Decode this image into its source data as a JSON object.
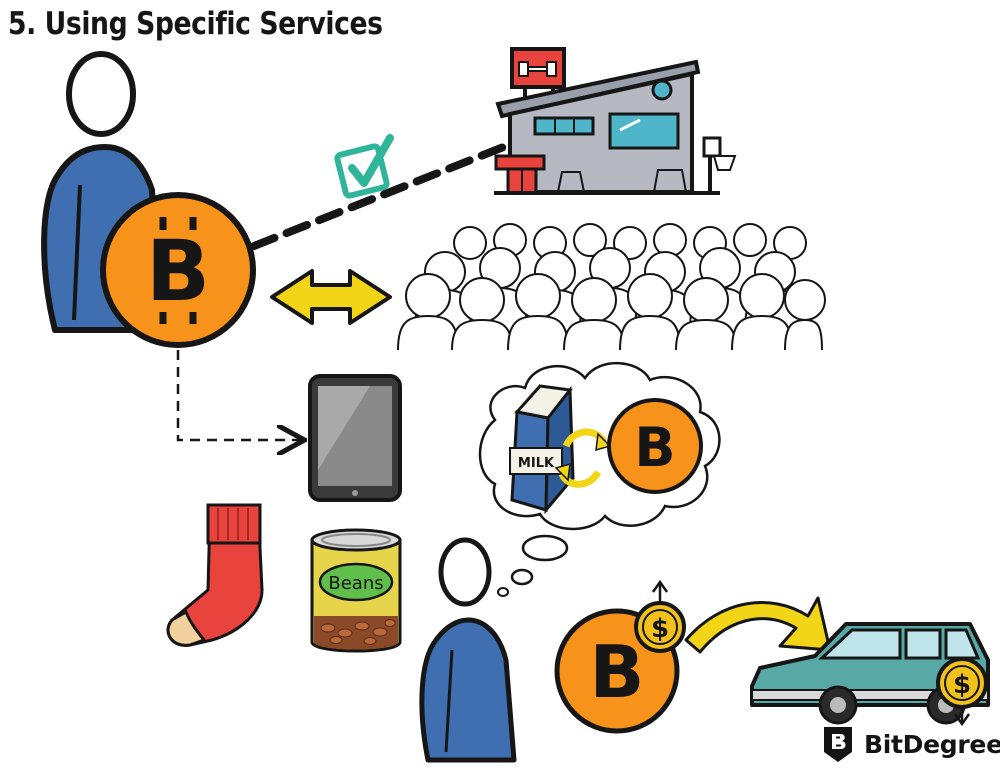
{
  "title": "5. Using Specific Services",
  "labels": {
    "bitcoin_symbol": "B",
    "dollar_symbol": "$",
    "milk": "MILK",
    "beans": "Beans"
  },
  "brand": {
    "name": "BitDegree"
  },
  "colors": {
    "coin_orange": "#f7931a",
    "person_blue": "#3f6fb0",
    "arrow_yellow": "#f2d516",
    "check_teal": "#2fb59a",
    "sock_red": "#e8433c",
    "car_teal": "#58a8a6",
    "building_gray": "#b7b9c2",
    "outline": "#161616"
  }
}
